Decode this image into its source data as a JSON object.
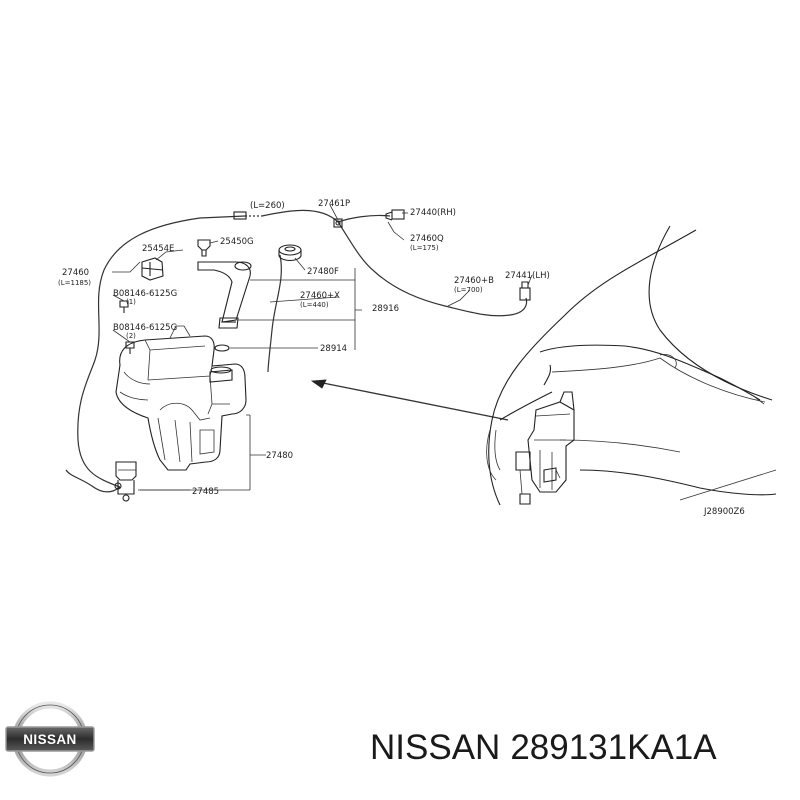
{
  "diagram": {
    "callouts": [
      {
        "text": "(L=260)"
      },
      {
        "text": "27461P"
      },
      {
        "text": "27440(RH)"
      },
      {
        "text": "25454E"
      },
      {
        "text": "25450G"
      },
      {
        "text": "27460Q"
      },
      {
        "text": "(L=175)"
      },
      {
        "text": "27460"
      },
      {
        "text": "(L=1185)"
      },
      {
        "text": "27480F"
      },
      {
        "text": "27460+B"
      },
      {
        "text": "27441(LH)"
      },
      {
        "text": "(L=700)"
      },
      {
        "text": "B08146-6125G"
      },
      {
        "text": "(1)"
      },
      {
        "text": "27460+X"
      },
      {
        "text": "(L=440)"
      },
      {
        "text": "28916"
      },
      {
        "text": "B08146-6125G"
      },
      {
        "text": "(2)"
      },
      {
        "text": "28914"
      },
      {
        "text": "27480"
      },
      {
        "text": "27485"
      }
    ],
    "diagram_code": "J28900Z6"
  },
  "logo": {
    "brand": "NISSAN"
  },
  "caption": {
    "brand": "NISSAN",
    "part_number": "289131KA1A"
  }
}
